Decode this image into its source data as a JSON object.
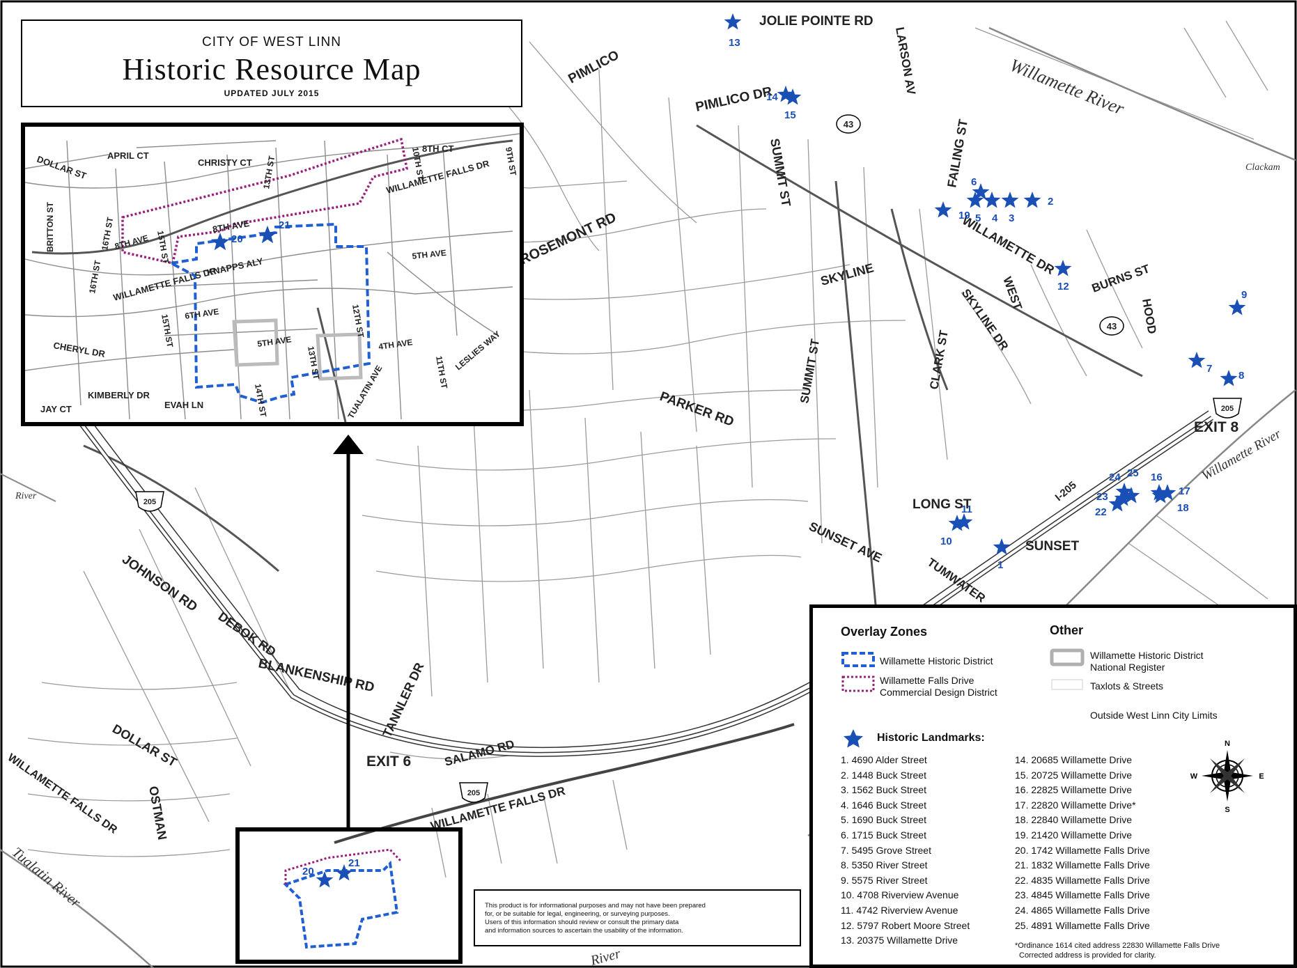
{
  "title": {
    "city": "CITY OF WEST LINN",
    "main": "Historic Resource Map",
    "updated": "UPDATED JULY 2015"
  },
  "colors": {
    "marker": "#1a4fb5",
    "historic_district": "#1f5fd1",
    "falls_drive_district": "#9a1f7a",
    "national_register": "#b0b0b0",
    "frame": "#000000"
  },
  "markers": [
    {
      "num": "1",
      "ref": 1
    },
    {
      "num": "2",
      "ref": 2
    },
    {
      "num": "3",
      "ref": 3
    },
    {
      "num": "4",
      "ref": 4
    },
    {
      "num": "5",
      "ref": 5
    },
    {
      "num": "6",
      "ref": 6
    },
    {
      "num": "7",
      "ref": 7
    },
    {
      "num": "8",
      "ref": 8
    },
    {
      "num": "9",
      "ref": 9
    },
    {
      "num": "10",
      "ref": 10
    },
    {
      "num": "11",
      "ref": 11
    },
    {
      "num": "12",
      "ref": 12
    },
    {
      "num": "13",
      "ref": 13
    },
    {
      "num": "14",
      "ref": 14
    },
    {
      "num": "15",
      "ref": 15
    },
    {
      "num": "16",
      "ref": 16
    },
    {
      "num": "17",
      "ref": 17
    },
    {
      "num": "18",
      "ref": 18
    },
    {
      "num": "19",
      "ref": 19
    },
    {
      "num": "20",
      "ref": 20
    },
    {
      "num": "21",
      "ref": 21
    },
    {
      "num": "22",
      "ref": 22
    },
    {
      "num": "23",
      "ref": 23
    },
    {
      "num": "24",
      "ref": 24
    },
    {
      "num": "25",
      "ref": 25
    }
  ],
  "streets": {
    "jolie_pointe": "JOLIE POINTE RD",
    "pimlico_dr": "PIMLICO DR",
    "pimlico": "PIMLICO",
    "larson": "LARSON AV",
    "failing": "FAILING ST",
    "summit": "SUMMIT ST",
    "willamette_dr": "WILLAMETTE DR",
    "west": "WEST",
    "skyline_dr": "SKYLINE DR",
    "skyline": "SKYLINE",
    "burns": "BURNS ST",
    "hood": "HOOD",
    "rosemont": "ROSEMONT RD",
    "parker": "PARKER RD",
    "clark": "CLARK ST",
    "summit_st2": "SUMMIT ST",
    "long": "LONG ST",
    "sunset": "SUNSET",
    "sunset_ave": "SUNSET AVE",
    "tumwater": "TUMWATER",
    "i205": "I-205",
    "exit8": "EXIT 8",
    "exit6": "EXIT 6",
    "johnson": "JOHNSON RD",
    "debok": "DEBOK RD",
    "blankenship": "BLANKENSHIP RD",
    "tannler": "TANNLER DR",
    "salamo": "SALAMO RD",
    "willamette_falls_dr": "WILLAMETTE FALLS DR",
    "dollar": "DOLLAR ST",
    "ostman": "OSTMAN",
    "falls_dr_sw": "WILLAMETTE FALLS DR",
    "shield": "205",
    "highway43": "43"
  },
  "rivers": {
    "willamette_ne": "Willamette River",
    "willamette_se": "Willamette River",
    "tualatin": "Tualatin River",
    "river_w": "River",
    "river_s": "River",
    "clackamas": "Clackam"
  },
  "inset": {
    "streets": {
      "april_ct": "APRIL CT",
      "christy_ct": "CHRISTY CT",
      "eighth_ct": "8TH CT",
      "dollar_st": "DOLLAR ST",
      "britton": "BRITTON ST",
      "sixteenth": "16TH ST",
      "fifteenth": "15TH ST",
      "eighth_ave": "8TH AVE",
      "eighth_ave2": "8TH AVE",
      "thirteenth": "13TH ST",
      "tenth": "10TH ST",
      "ninth": "9TH ST",
      "falls_dr": "WILLAMETTE FALLS DR",
      "falls_dr_inner": "WILLAMETTE FALLS DR",
      "knapps": "KNAPPS ALY",
      "fifth_ave": "5TH AVE",
      "sixth_ave": "6TH AVE",
      "fifth_ave2": "5TH AVE",
      "fourth_ave": "4TH AVE",
      "twelfth": "12TH ST",
      "thirteenth2": "13TH ST",
      "fourteenth": "14TH ST",
      "fifteenth2": "15TH ST",
      "eleventh": "11TH ST",
      "leslies": "LESLIES WAY",
      "cheryl": "CHERYL DR",
      "kimberly": "KIMBERLY DR",
      "evah": "EVAH LN",
      "jay": "JAY CT",
      "tualatin_ave": "TUALATIN AVE",
      "sixteenth2": "16TH ST"
    }
  },
  "legend": {
    "overlay_title": "Overlay Zones",
    "other_title": "Other",
    "historic_district": "Willamette Historic District",
    "falls_district_1": "Willamette Falls Drive",
    "falls_district_2": "Commercial Design District",
    "national_register_1": "Willamette Historic District",
    "national_register_2": "National Register",
    "taxlots": "Taxlots & Streets",
    "outside": "Outside West Linn City Limits",
    "landmarks_title": "Historic Landmarks:",
    "landmarks_left": [
      "1. 4690 Alder Street",
      "2. 1448 Buck Street",
      "3. 1562 Buck Street",
      "4. 1646 Buck Street",
      "5. 1690 Buck Street",
      "6. 1715 Buck Street",
      "7. 5495 Grove Street",
      "8. 5350 River Street",
      "9. 5575 River Street",
      "10. 4708 Riverview Avenue",
      "11. 4742 Riverview Avenue",
      "12. 5797 Robert Moore Street",
      "13. 20375 Willamette Drive"
    ],
    "landmarks_right": [
      "14. 20685 Willamette Drive",
      "15. 20725 Willamette Drive",
      "16. 22825 Willamette Drive",
      "17. 22820 Willamette Drive*",
      "18. 22840 Willamette Drive",
      "19. 21420 Willamette Drive",
      "20. 1742 Willamette Falls Drive",
      "21. 1832 Willamette Falls Drive",
      "22. 4835 Willamette Falls Drive",
      "23. 4845 Willamette Falls Drive",
      "24. 4865 Willamette Falls Drive",
      "25. 4891 Willamette Falls Drive"
    ],
    "footnote_1": "*Ordinance 1614 cited address 22830 Willamette Falls Drive",
    "footnote_2": "Corrected address is provided for clarity.",
    "compass_n": "N",
    "compass_s": "S",
    "compass_e": "E",
    "compass_w": "W"
  },
  "disclaimer": [
    "This product is for informational purposes and may not have been prepared",
    "for, or be suitable for legal, engineering, or surveying purposes.",
    "Users of this information should review or consult the primary data",
    "and information sources to ascertain the usability of the information."
  ]
}
